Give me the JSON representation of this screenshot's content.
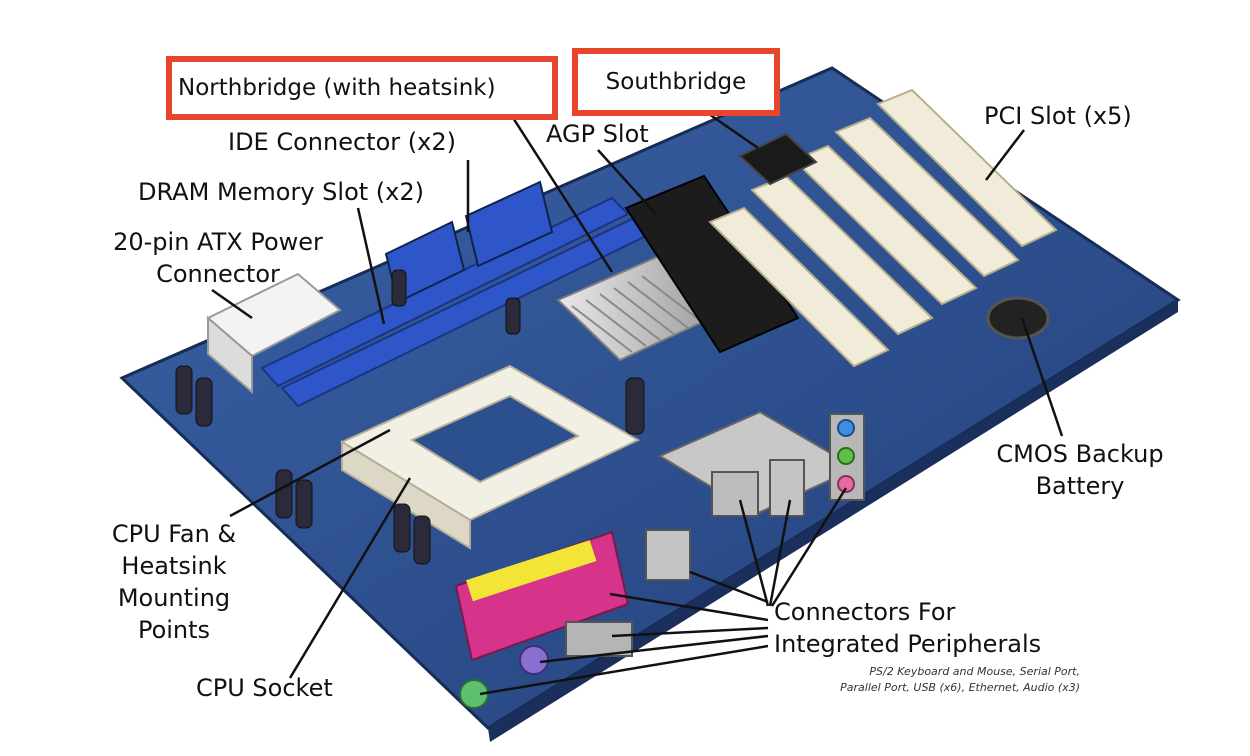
{
  "labels": {
    "northbridge": "Northbridge (with heatsink)",
    "southbridge": "Southbridge",
    "ide": "IDE Connector (x2)",
    "agp": "AGP Slot",
    "pci": "PCI Slot (x5)",
    "dram": "DRAM Memory Slot (x2)",
    "atx_line1": "20-pin ATX Power",
    "atx_line2": "Connector",
    "cmos_line1": "CMOS Backup",
    "cmos_line2": "Battery",
    "cpufan_line1": "CPU Fan &",
    "cpufan_line2": "Heatsink",
    "cpufan_line3": "Mounting",
    "cpufan_line4": "Points",
    "cpu_socket": "CPU Socket",
    "connectors_line1": "Connectors For",
    "connectors_line2": "Integrated Peripherals",
    "connectors_note_line1": "PS/2 Keyboard and Mouse, Serial Port,",
    "connectors_note_line2": "Parallel Port, USB (x6), Ethernet, Audio (x3)"
  },
  "colors": {
    "highlight_box": "#e8452c",
    "board": "#2d4f8e",
    "ram_slot": "#2f56c8",
    "pci_slot": "#f1ecd9",
    "agp_slot": "#1c1c1c"
  }
}
